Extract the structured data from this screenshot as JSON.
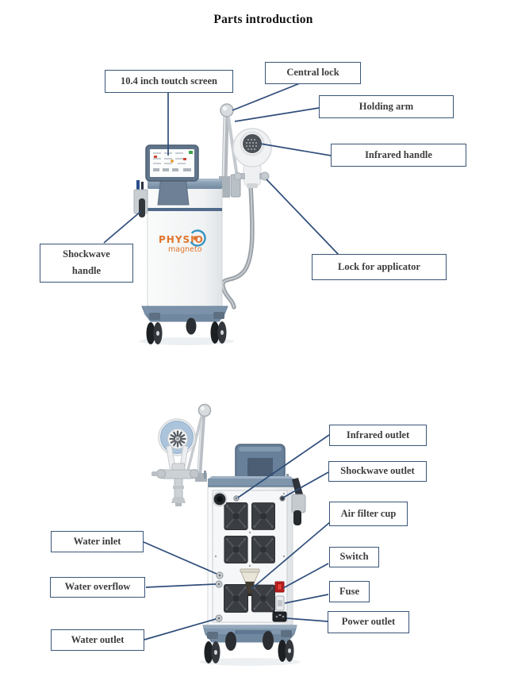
{
  "title": "Parts introduction",
  "front_view": {
    "labels": {
      "touch_screen": "10.4 inch toutch screen",
      "central_lock": "Central lock",
      "holding_arm": "Holding arm",
      "infrared_handle": "Infrared handle",
      "shockwave_handle_line1": "Shockwave",
      "shockwave_handle_line2": "handle",
      "lock_for_applicator": "Lock for applicator"
    },
    "logo": {
      "brand": "PHYSIO",
      "sub": "magneto"
    }
  },
  "back_view": {
    "labels": {
      "infrared_outlet": "Infrared outlet",
      "shockwave_outlet": "Shockwave outlet",
      "air_filter_cup": "Air filter cup",
      "switch": "Switch",
      "fuse": "Fuse",
      "power_outlet": "Power outlet",
      "water_inlet": "Water inlet",
      "water_overflow": "Water overflow",
      "water_outlet": "Water outlet"
    }
  },
  "colors": {
    "callout_border": "#3a5578",
    "callout_line": "#2f4d7a",
    "label_text": "#3c3c3c",
    "title_text": "#111111",
    "brand_orange": "#e0752c",
    "brand_blue": "#3695c0",
    "machine_blue_gray": "#7e95ac",
    "vent_dark": "#3a3d42",
    "switch_red": "#c92121"
  }
}
